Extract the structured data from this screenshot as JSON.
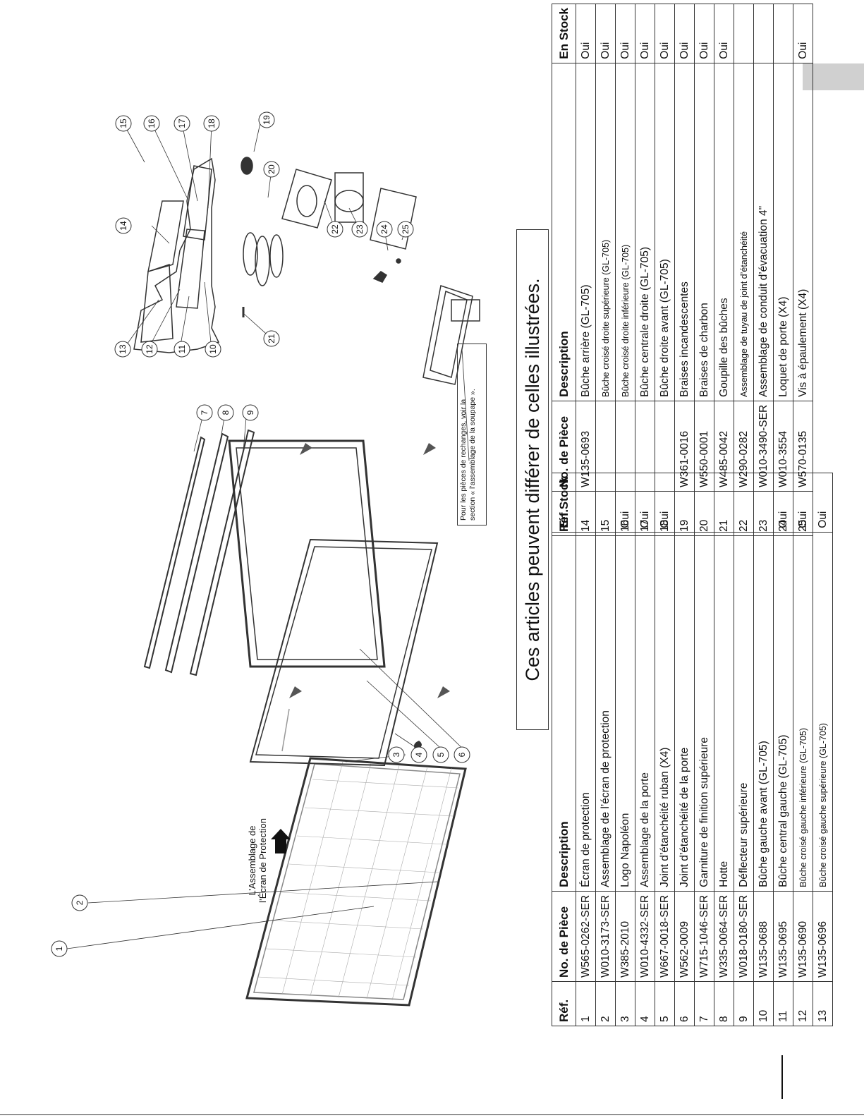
{
  "banner": "Ces articles peuvent différer de celles illustrées.",
  "assembly_label": [
    "L’Assemblage de",
    "l’Écran de Protection"
  ],
  "callout": [
    "Pour les pièces de rechanges, voir la",
    "section « l’assemblage de la soupape »."
  ],
  "headers": {
    "ref": "Réf.",
    "no": "No. de Pièce",
    "desc": "Description",
    "stock": "En Stock"
  },
  "table_left": [
    {
      "ref": "1",
      "no": "W565-0262-SER",
      "desc": "Écran de protection",
      "stock": ""
    },
    {
      "ref": "2",
      "no": "W010-3173-SER",
      "desc": "Assemblage de l’écran de protection",
      "stock": ""
    },
    {
      "ref": "3",
      "no": "W385-2010",
      "desc": "Logo Napoléon",
      "stock": "Oui"
    },
    {
      "ref": "4",
      "no": "W010-4332-SER",
      "desc": "Assemblage de la porte",
      "stock": "Oui"
    },
    {
      "ref": "5",
      "no": "W667-0018-SER",
      "desc": "Joint d’étanchéité ruban (X4)",
      "stock": "Oui"
    },
    {
      "ref": "6",
      "no": "W562-0009",
      "desc": "Joint d’étanchéité de la porte",
      "stock": ""
    },
    {
      "ref": "7",
      "no": "W715-1046-SER",
      "desc": "Garniture de finition supérieure",
      "stock": ""
    },
    {
      "ref": "8",
      "no": "W335-0064-SER",
      "desc": "Hotte",
      "stock": ""
    },
    {
      "ref": "9",
      "no": "W018-0180-SER",
      "desc": "Déflecteur supérieure",
      "stock": ""
    },
    {
      "ref": "10",
      "no": "W135-0688",
      "desc": "Bûche gauche avant (GL-705)",
      "stock": ""
    },
    {
      "ref": "11",
      "no": "W135-0695",
      "desc": "Bûche central gauche (GL-705)",
      "stock": "Oui"
    },
    {
      "ref": "12",
      "no": "W135-0690",
      "desc": "Bûche croisé gauche inférieure (GL-705)",
      "stock": "Oui"
    },
    {
      "ref": "13",
      "no": "W135-0696",
      "desc": "Bûche croisé gauche supérieure (GL-705)",
      "stock": "Oui"
    }
  ],
  "table_right": [
    {
      "ref": "14",
      "no": "W135-0693",
      "desc": "Bûche arrière (GL-705)",
      "stock": "Oui"
    },
    {
      "ref": "15",
      "no": "",
      "desc": "Bûche croisé droite supérieure (GL-705)",
      "stock": "Oui"
    },
    {
      "ref": "16",
      "no": "",
      "desc": "Bûche croisé droite inférieure (GL-705)",
      "stock": "Oui"
    },
    {
      "ref": "17",
      "no": "",
      "desc": "Bûche centrale droite (GL-705)",
      "stock": "Oui"
    },
    {
      "ref": "18",
      "no": "",
      "desc": "Bûche droite avant (GL-705)",
      "stock": "Oui"
    },
    {
      "ref": "19",
      "no": "W361-0016",
      "desc": "Braises incandescentes",
      "stock": "Oui"
    },
    {
      "ref": "20",
      "no": "W550-0001",
      "desc": "Braises de charbon",
      "stock": "Oui"
    },
    {
      "ref": "21",
      "no": "W485-0042",
      "desc": "Goupille des bûches",
      "stock": "Oui"
    },
    {
      "ref": "22",
      "no": "W290-0282",
      "desc": "Assemblage de tuyau de joint d’étanchéité",
      "stock": ""
    },
    {
      "ref": "23",
      "no": "W010-3490-SER",
      "desc": "Assemblage de conduit d’évacuation 4\"",
      "stock": ""
    },
    {
      "ref": "24",
      "no": "W010-3554",
      "desc": "Loquet de porte (X4)",
      "stock": ""
    },
    {
      "ref": "25",
      "no": "W570-0135",
      "desc": "Vis à épaulement (X4)",
      "stock": "Oui"
    }
  ],
  "callout_numbers": [
    "1",
    "2",
    "3",
    "4",
    "5",
    "6",
    "7",
    "8",
    "9",
    "10",
    "11",
    "12",
    "13",
    "14",
    "15",
    "16",
    "17",
    "18",
    "19",
    "20",
    "21",
    "22",
    "23",
    "24",
    "25"
  ]
}
